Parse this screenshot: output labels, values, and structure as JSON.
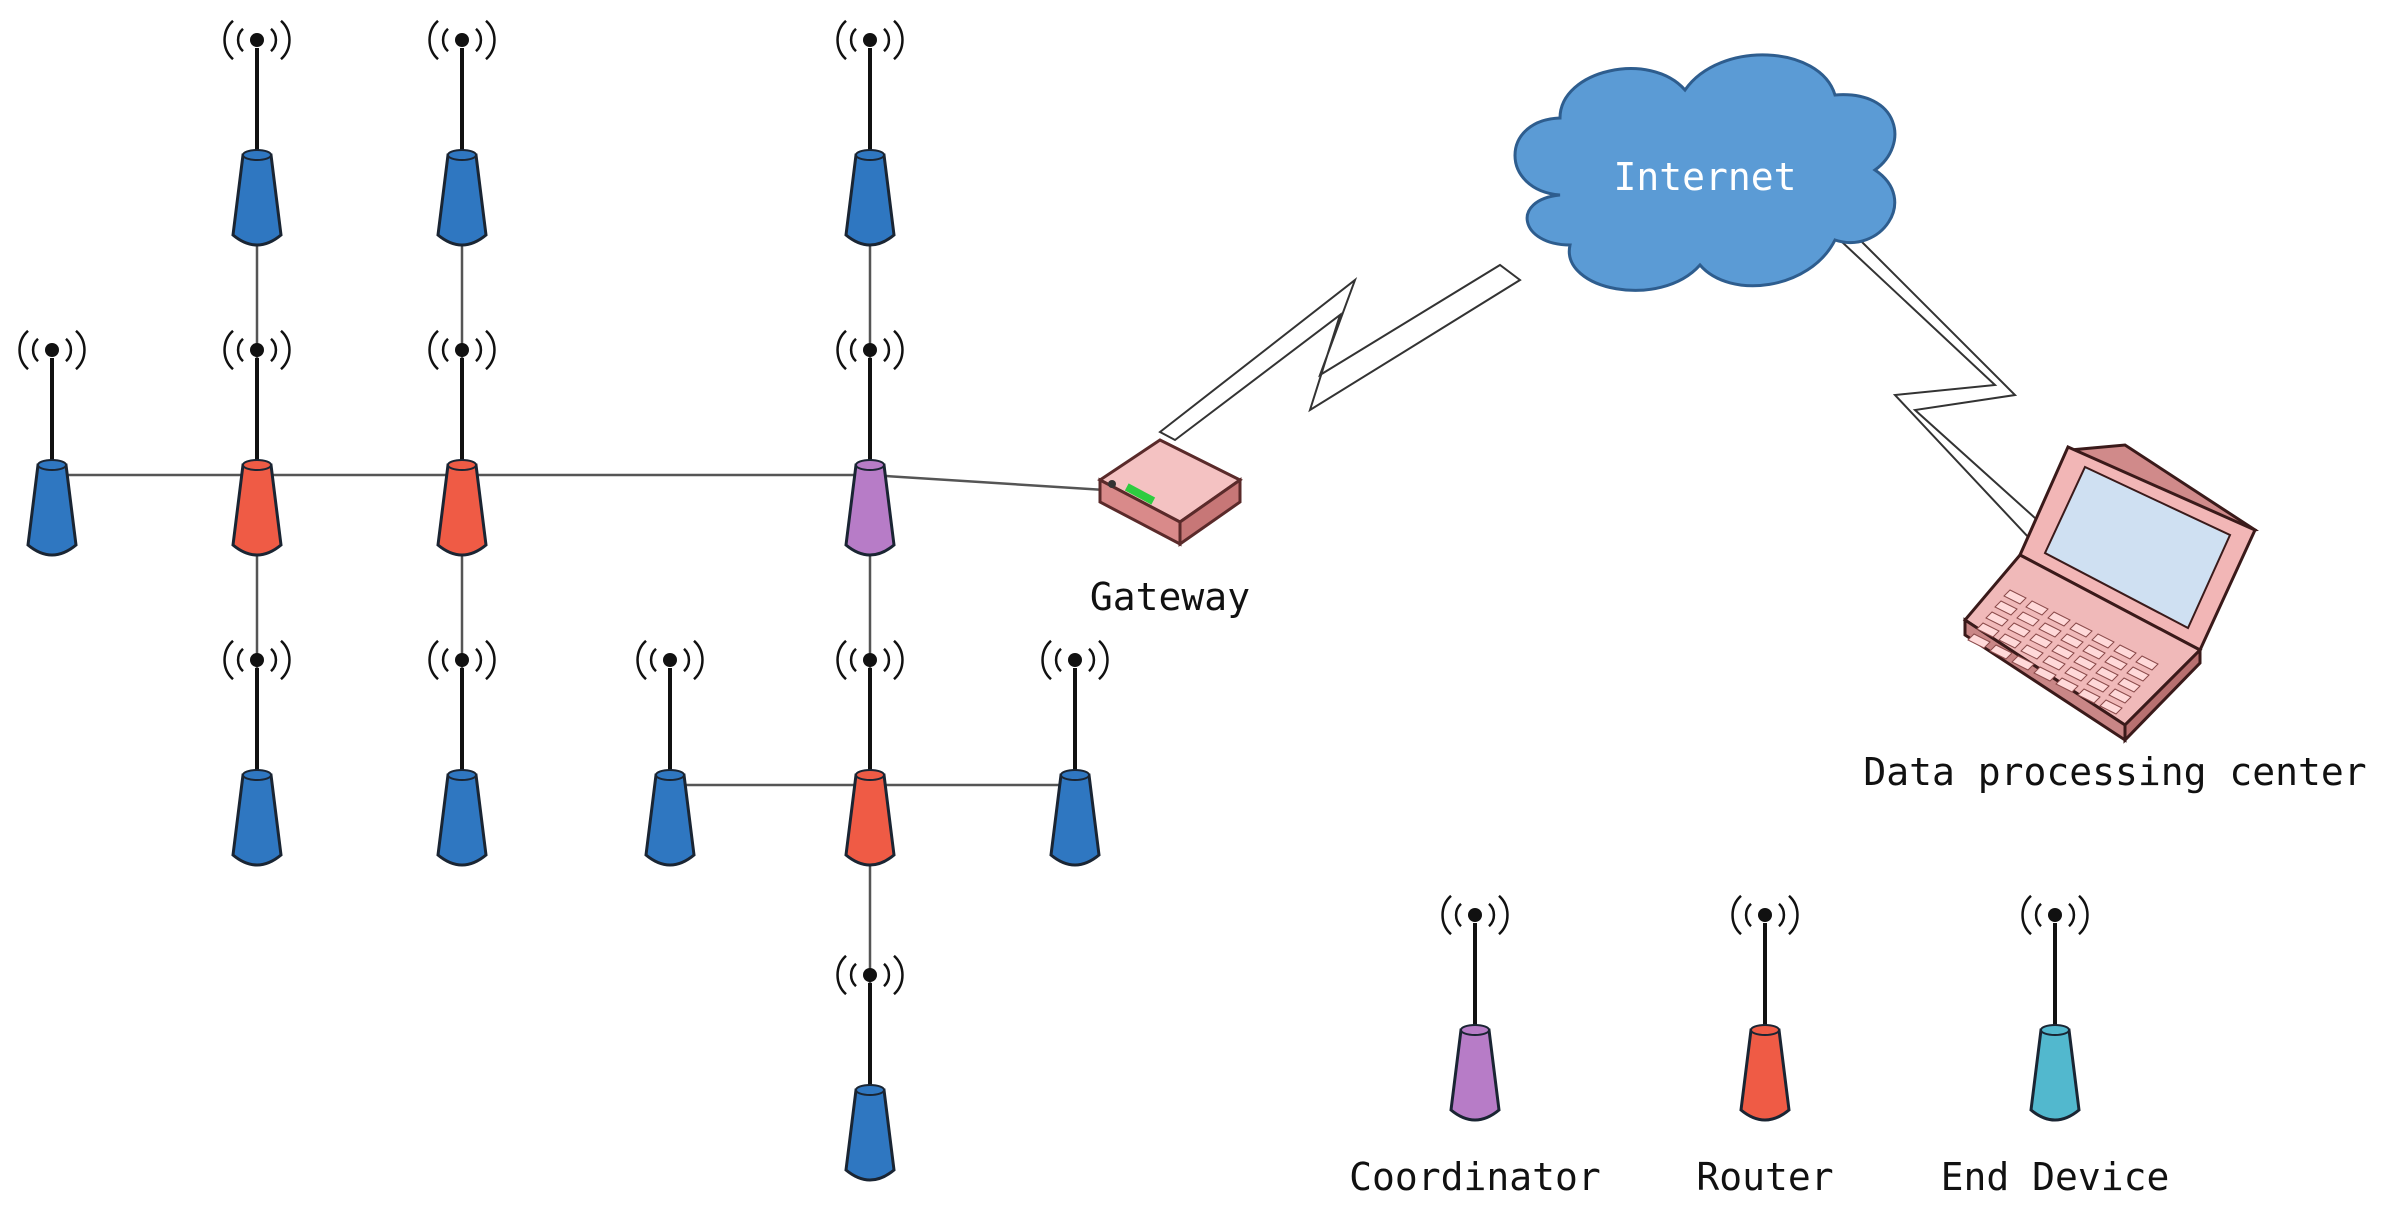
{
  "labels": {
    "internet": "Internet",
    "gateway": "Gateway",
    "data_center": "Data processing center"
  },
  "legend": [
    {
      "key": "coordinator",
      "label": "Coordinator"
    },
    {
      "key": "router",
      "label": "Router"
    },
    {
      "key": "end_device",
      "label": "End Device"
    }
  ],
  "colors": {
    "coordinator": "#b77cc7",
    "router": "#ef5b45",
    "end_device_network": "#2f77c1",
    "end_device_legend": "#52b8ce",
    "cloud": "#5b9bd5",
    "gateway_body": "#e8a7a7",
    "laptop_body": "#f0b9b9",
    "screen": "#cfe0f2"
  },
  "nodes": [
    {
      "id": "e1",
      "role": "end_device"
    },
    {
      "id": "e2",
      "role": "end_device"
    },
    {
      "id": "e3",
      "role": "end_device"
    },
    {
      "id": "e4",
      "role": "end_device"
    },
    {
      "id": "r1",
      "role": "router"
    },
    {
      "id": "r2",
      "role": "router"
    },
    {
      "id": "c1",
      "role": "coordinator"
    },
    {
      "id": "e5",
      "role": "end_device"
    },
    {
      "id": "e6",
      "role": "end_device"
    },
    {
      "id": "e7",
      "role": "end_device"
    },
    {
      "id": "r3",
      "role": "router"
    },
    {
      "id": "e8",
      "role": "end_device"
    },
    {
      "id": "e9",
      "role": "end_device"
    }
  ],
  "links": [
    [
      "e4",
      "r1"
    ],
    [
      "r1",
      "r2"
    ],
    [
      "r2",
      "c1"
    ],
    [
      "c1",
      "gateway"
    ],
    [
      "e1",
      "r1"
    ],
    [
      "r1",
      "e5"
    ],
    [
      "e2",
      "r2"
    ],
    [
      "r2",
      "e6"
    ],
    [
      "e3",
      "c1"
    ],
    [
      "c1",
      "r3"
    ],
    [
      "r3",
      "e9"
    ],
    [
      "e7",
      "r3"
    ],
    [
      "r3",
      "e8"
    ]
  ]
}
